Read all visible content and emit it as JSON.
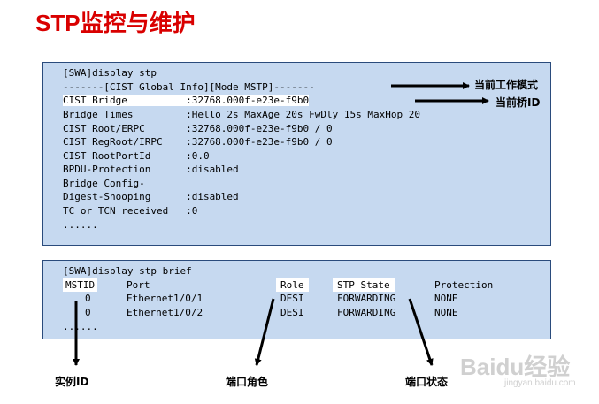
{
  "title": "STP监控与维护",
  "terminal1": {
    "lines": [
      "[SWA]display stp",
      "-------[CIST Global Info][Mode MSTP]-------",
      "CIST Bridge          :32768.000f-e23e-f9b0",
      "Bridge Times         :Hello 2s MaxAge 20s FwDly 15s MaxHop 20",
      "CIST Root/ERPC       :32768.000f-e23e-f9b0 / 0",
      "CIST RegRoot/IRPC    :32768.000f-e23e-f9b0 / 0",
      "CIST RootPortId      :0.0",
      "BPDU-Protection      :disabled",
      "Bridge Config-",
      "Digest-Snooping      :disabled",
      "TC or TCN received   :0",
      "......"
    ]
  },
  "terminal2": {
    "command": "[SWA]display stp brief",
    "headers": {
      "mstid": "MSTID",
      "port": "Port",
      "role": "Role",
      "state": "STP State",
      "protection": "Protection"
    },
    "rows": [
      {
        "mstid": "0",
        "port": "Ethernet1/0/1",
        "role": "DESI",
        "state": "FORWARDING",
        "protection": "NONE"
      },
      {
        "mstid": "0",
        "port": "Ethernet1/0/2",
        "role": "DESI",
        "state": "FORWARDING",
        "protection": "NONE"
      }
    ],
    "ellipsis": "......"
  },
  "annotations": {
    "work_mode": "当前工作模式",
    "bridge_id": "当前桥ID",
    "instance_id": "实例ID",
    "port_role": "端口角色",
    "port_state": "端口状态"
  },
  "watermark": {
    "brand": "Baidu经验",
    "url": "jingyan.baidu.com"
  },
  "colors": {
    "title": "#d90000",
    "terminal_bg": "#c6d9f0",
    "terminal_border": "#2a4b7c",
    "highlight": "#ffffff"
  }
}
